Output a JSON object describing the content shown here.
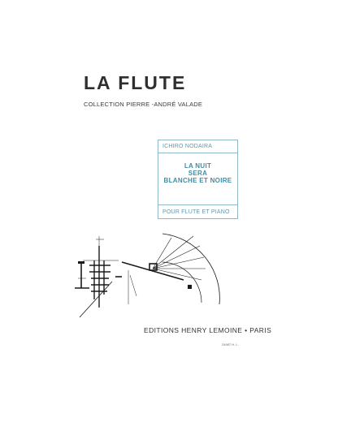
{
  "cover": {
    "series_title": "LA FLUTE",
    "collection": "COLLECTION PIERRE -ANDRÉ VALADE",
    "composer": "ICHIRO NODAIRA",
    "work_title": {
      "line1": "LA NUIT",
      "line2": "SERA",
      "line3": "BLANCHE ET NOIRE"
    },
    "instrumentation": "POUR FLUTE ET PIANO",
    "publisher": "EDITIONS HENRY LEMOINE • PARIS",
    "catalog_number": "24987 H. L."
  },
  "colors": {
    "title_text": "#2f2f2f",
    "box_border": "#8fb7c8",
    "box_text": "#5f98ad",
    "work_title_text": "#3f8ea5",
    "artwork_ink": "#1a1a1a"
  }
}
